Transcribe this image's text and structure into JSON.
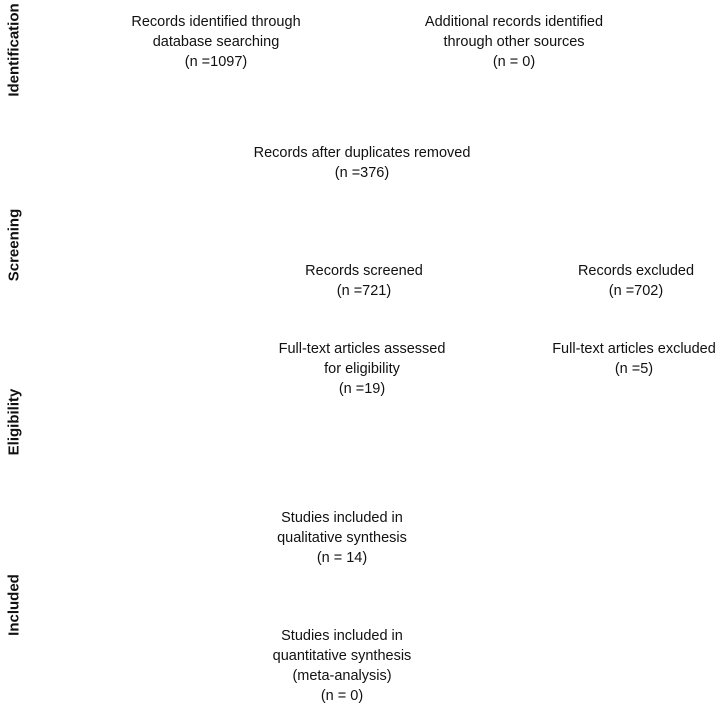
{
  "stages": [
    "Identification",
    "Screening",
    "Eligibility",
    "Included"
  ],
  "nodes": {
    "database": [
      "Records identified through",
      "database searching",
      "(n =1097)"
    ],
    "other_sources": [
      "Additional records identified",
      "through other sources",
      "(n = 0)"
    ],
    "deduplicated": [
      "Records after duplicates removed",
      "(n =376)"
    ],
    "screened": [
      "Records screened",
      "(n =721)"
    ],
    "excluded": [
      "Records excluded",
      "(n =702)"
    ],
    "fulltext": [
      "Full-text articles assessed",
      "for eligibility",
      "(n =19)"
    ],
    "fulltext_excluded": [
      "Full-text articles excluded",
      "(n =5)"
    ],
    "qualitative": [
      "Studies included in",
      "qualitative synthesis",
      "(n = 14)"
    ],
    "quantitative": [
      "Studies included in",
      "quantitative synthesis",
      "(meta-analysis)",
      "(n = 0)"
    ]
  }
}
